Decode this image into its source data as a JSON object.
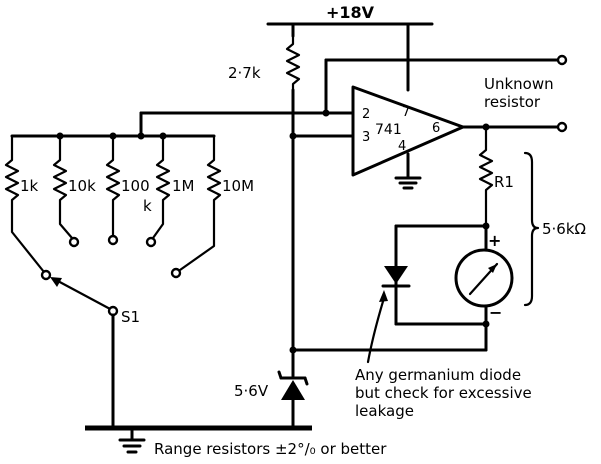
{
  "supply_label": "+18V",
  "resistors": {
    "r_bias": "2·7k",
    "r1": "R1",
    "r1_value": "5·6kΩ"
  },
  "range_resistors": [
    "1k",
    "10k",
    "100",
    "k",
    "1M",
    "10M"
  ],
  "opamp": {
    "name": "741",
    "pin2": "2",
    "pin3": "3",
    "pin4": "4",
    "pin6": "6",
    "pin7": "7"
  },
  "switch_label": "S1",
  "zener_label": "5·6V",
  "unknown_label": [
    "Unknown",
    "resistor"
  ],
  "meter_plus": "+",
  "meter_minus": "−",
  "diode_note": [
    "Any germanium diode",
    "but check for excessive",
    "leakage"
  ],
  "footer_note": "Range resistors ±2°/₀ or better"
}
